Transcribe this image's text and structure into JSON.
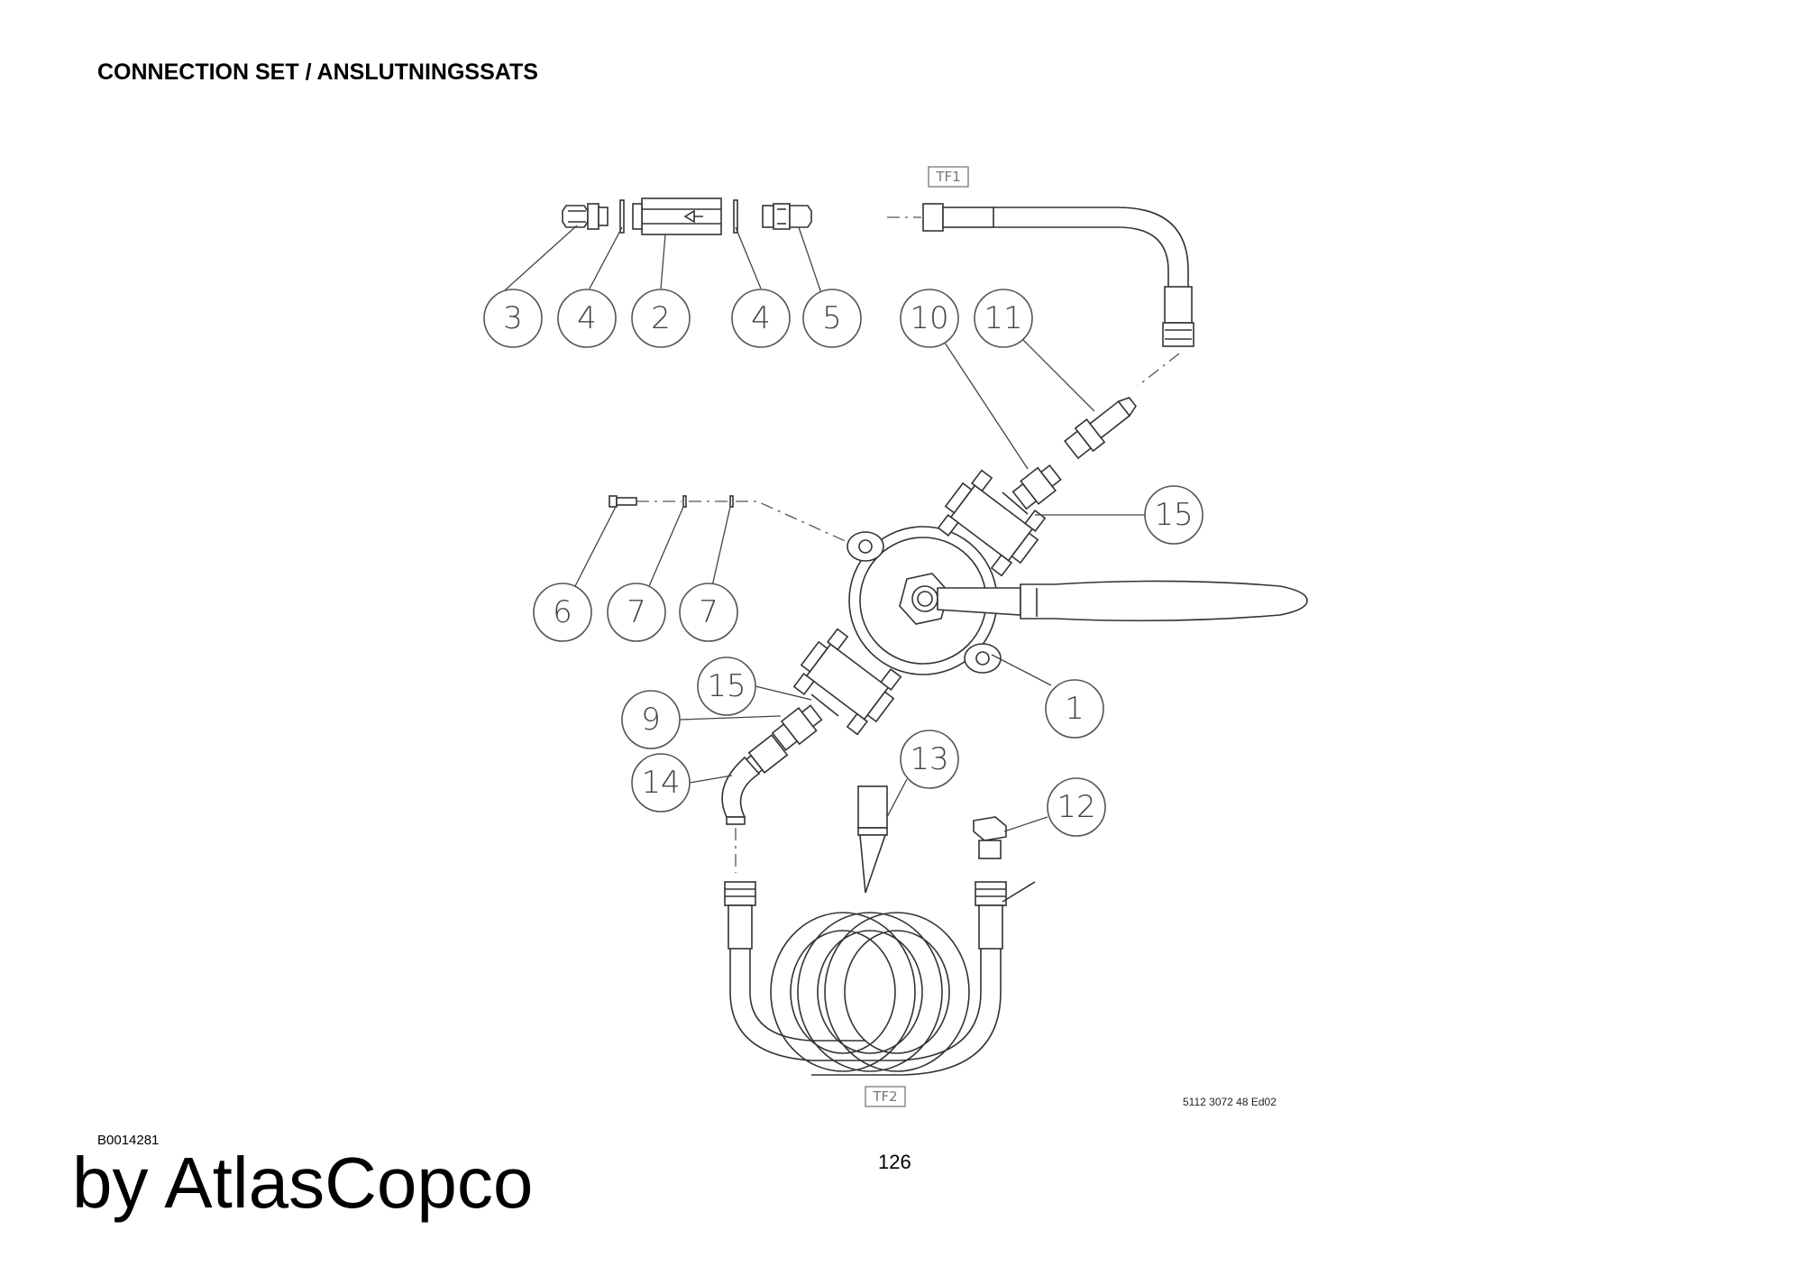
{
  "title": "CONNECTION SET / ANSLUTNINGSSATS",
  "document_code": "B0014281",
  "brand": "by AtlasCopco",
  "page_number": "126",
  "drawing_number": "5112 3072 48 Ed02",
  "reference_labels": {
    "tf1": "TF1",
    "tf2": "TF2"
  },
  "callouts": {
    "c3": "3",
    "c4a": "4",
    "c2": "2",
    "c4b": "4",
    "c5": "5",
    "c10": "10",
    "c11": "11",
    "c15a": "15",
    "c6": "6",
    "c7a": "7",
    "c7b": "7",
    "c1": "1",
    "c15b": "15",
    "c9": "9",
    "c14": "14",
    "c13": "13",
    "c12": "12"
  }
}
